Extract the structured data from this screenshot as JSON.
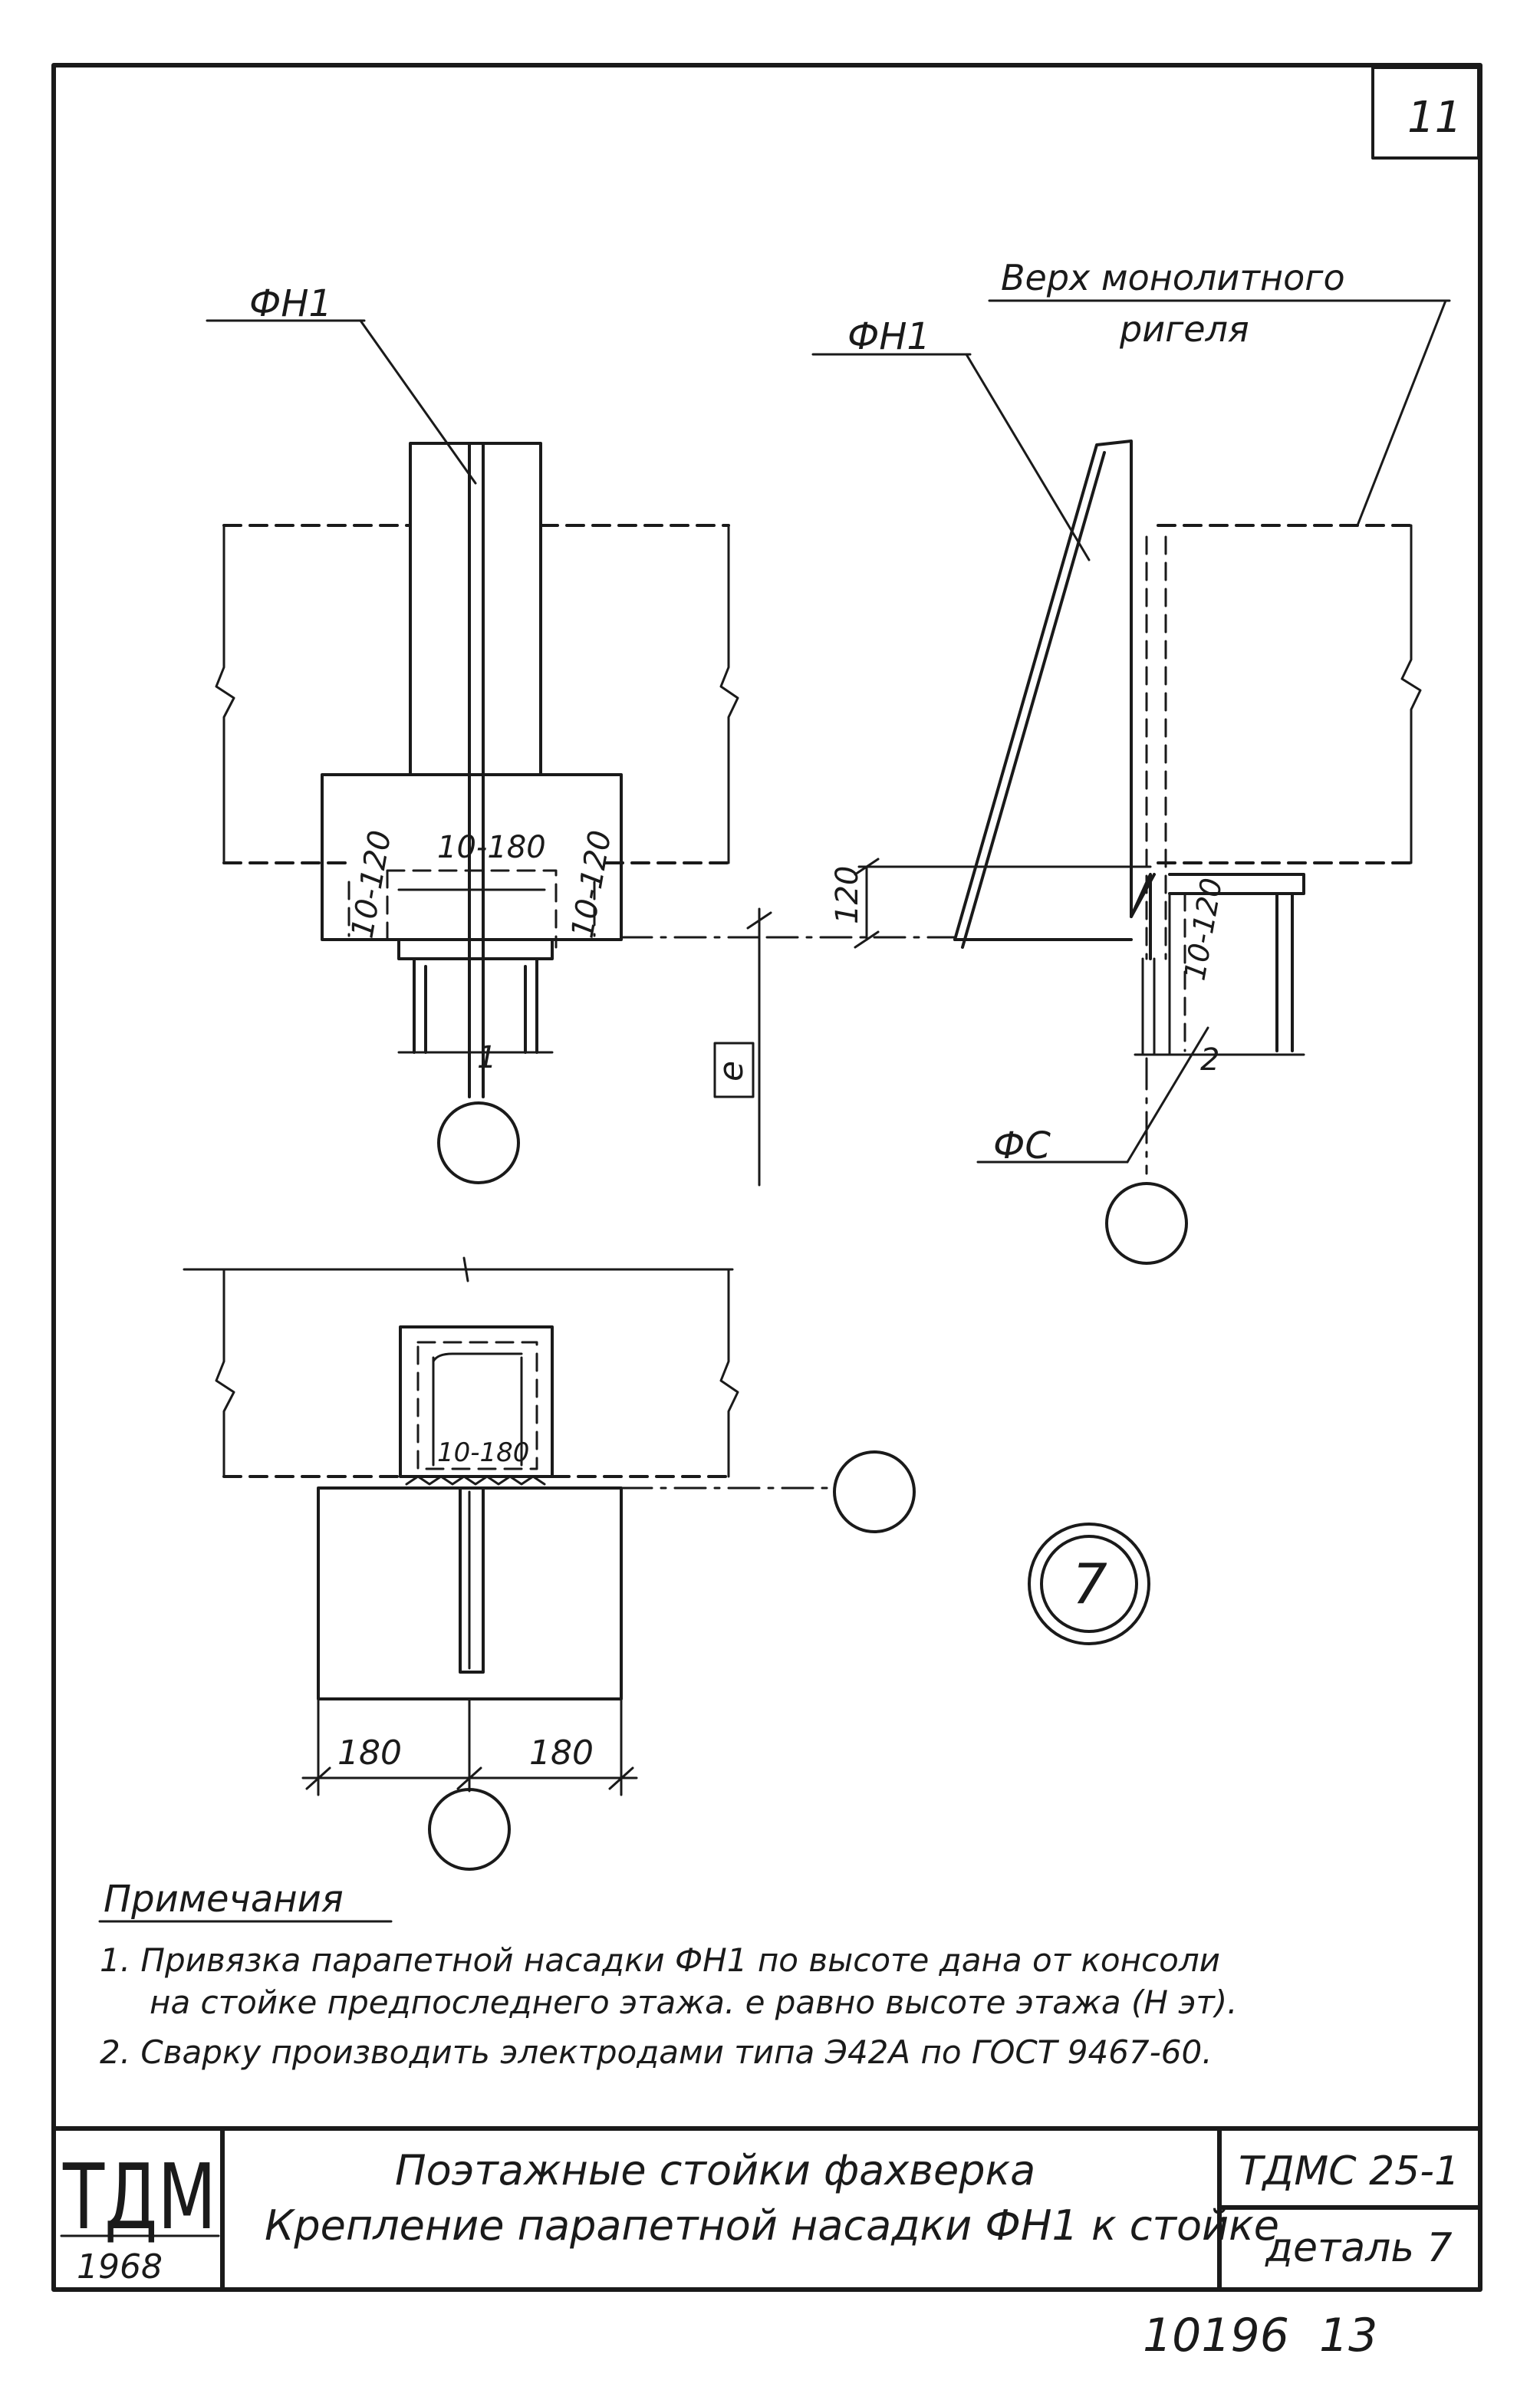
{
  "sheet": {
    "number": "11",
    "archive_number": "10196",
    "page_number": "13"
  },
  "labels": {
    "fn1_left": "ФН1",
    "fn1_right": "ФН1",
    "top_beam_line1": "Верх монолитного",
    "top_beam_line2": "ригеля",
    "fs": "ФС",
    "dim_10_120_left": "10-120",
    "dim_10_180_top": "10-180",
    "dim_10_120_right": "10-120",
    "dim_120": "120",
    "dim_10_120_side": "10-120",
    "dim_e": "е",
    "dim_10_180_plan": "10-180",
    "dim_180_left": "180",
    "dim_180_right": "180",
    "detail_number": "7",
    "mark_1": "1",
    "mark_2": "2"
  },
  "notes": {
    "title": "Примечания",
    "line1": "1. Привязка парапетной насадки ФН1 по высоте дана от консоли",
    "line2": "на стойке предпоследнего этажа. е равно высоте этажа (Н эт).",
    "line3": "2. Сварку производить электродами типа Э42А по ГОСТ 9467-60."
  },
  "title_block": {
    "logo": "ТДМ",
    "year": "1968",
    "title_line1": "Поэтажные стойки фахверка",
    "title_line2": "Крепление парапетной насадки ФН1 к стойке",
    "code": "ТДМС 25-1",
    "detail": "деталь 7"
  }
}
